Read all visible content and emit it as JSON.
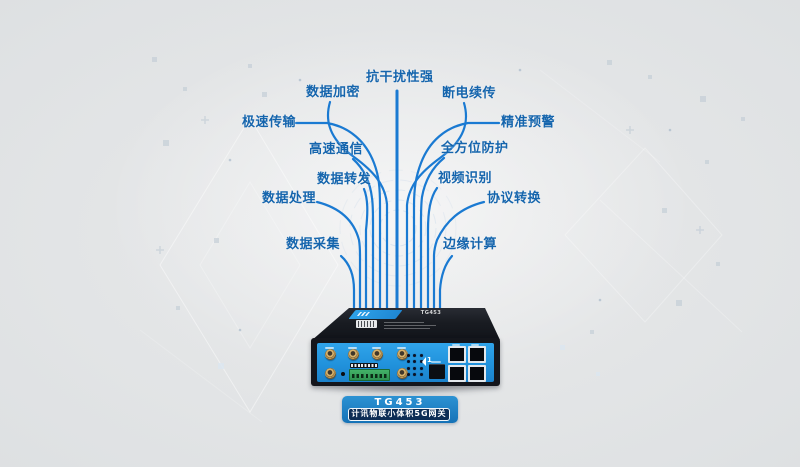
{
  "colors": {
    "connector_line": "#1a7ad2",
    "label_text": "#1565ad",
    "panel_blue": "#2192dc",
    "device_body": "#14161c",
    "badge_blue": "#1572b7",
    "badge_inner": "#0d2d55"
  },
  "features": [
    {
      "id": "anti-interference",
      "label": "抗干扰性强"
    },
    {
      "id": "data-encryption",
      "label": "数据加密"
    },
    {
      "id": "power-off-resume",
      "label": "断电续传"
    },
    {
      "id": "high-speed-transfer",
      "label": "极速传输"
    },
    {
      "id": "precise-warning",
      "label": "精准预警"
    },
    {
      "id": "high-speed-communication",
      "label": "高速通信"
    },
    {
      "id": "all-round-protection",
      "label": "全方位防护"
    },
    {
      "id": "data-forwarding",
      "label": "数据转发"
    },
    {
      "id": "video-recognition",
      "label": "视频识别"
    },
    {
      "id": "data-processing",
      "label": "数据处理"
    },
    {
      "id": "protocol-conversion",
      "label": "协议转换"
    },
    {
      "id": "data-collection",
      "label": "数据采集"
    },
    {
      "id": "edge-computing",
      "label": "边缘计算"
    }
  ],
  "device": {
    "model": "TG453",
    "top_text": "TG453",
    "port_indicator": "1",
    "caption": "计讯物联小体积5G网关"
  }
}
